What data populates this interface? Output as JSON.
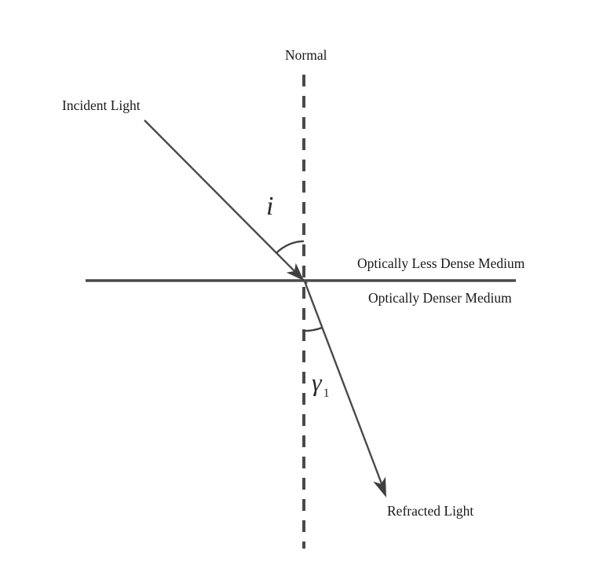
{
  "diagram": {
    "description": "Refraction of light at a boundary between two optical media",
    "labels": {
      "normal": "Normal",
      "incident_light": "Incident Light",
      "less_dense_medium": "Optically Less Dense Medium",
      "denser_medium": "Optically Denser Medium",
      "refracted_light": "Refracted Light",
      "incidence_angle": "i",
      "refraction_angle_symbol": "γ",
      "refraction_angle_subscript": "1"
    },
    "colors": {
      "background": "#ffffff",
      "line": "#4a4a4a",
      "arrow_fill": "#3f3f3f",
      "text": "#1a1a1a"
    }
  }
}
